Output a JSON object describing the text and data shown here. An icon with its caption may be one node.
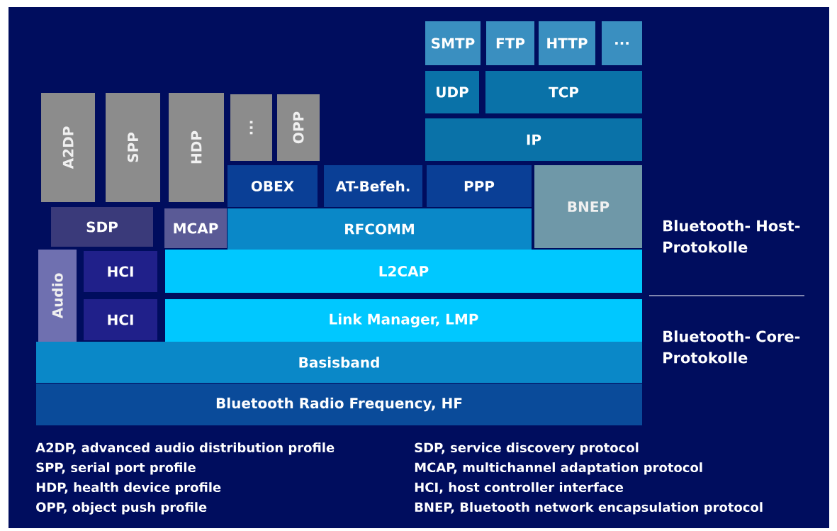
{
  "diagram": {
    "nodes": [
      {
        "text": [
          "SMTP"
        ]
      },
      {
        "text": [
          "FTP"
        ]
      },
      {
        "text": [
          "HTTP"
        ]
      },
      {
        "text": [
          "..."
        ]
      },
      {
        "text": [
          "UDP"
        ]
      },
      {
        "text": [
          "TCP"
        ]
      },
      {
        "text": [
          "IP"
        ]
      },
      {
        "text": [
          "A2DP"
        ]
      },
      {
        "text": [
          "SPP"
        ]
      },
      {
        "text": [
          "HDP"
        ]
      },
      {
        "text": [
          "..."
        ]
      },
      {
        "text": [
          "OPP"
        ]
      },
      {
        "text": [
          "OBEX"
        ]
      },
      {
        "text": [
          "AT-Befeh."
        ]
      },
      {
        "text": [
          "PPP"
        ]
      },
      {
        "text": [
          "BNEP"
        ]
      },
      {
        "text": [
          "SDP"
        ]
      },
      {
        "text": [
          "MCAP"
        ]
      },
      {
        "text": [
          "RFCOMM"
        ]
      },
      {
        "text": [
          "Audio"
        ]
      },
      {
        "text": [
          "HCI"
        ]
      },
      {
        "text": [
          "L2CAP"
        ]
      },
      {
        "text": [
          "HCI"
        ]
      },
      {
        "text": [
          "Link Manager, LMP"
        ]
      },
      {
        "text": [
          "Basisband"
        ]
      },
      {
        "text": [
          "Bluetooth Radio Frequency, HF"
        ]
      }
    ],
    "labels": [
      "Bluetooth- Host-Protokolle",
      "Bluetooth- Core-Protokolle",
      "A2DP, advanced audio distribution profile",
      "SDP, service discovery protocol",
      "SPP, serial port profile",
      "MCAP, multichannel adaptation protocol",
      "HDP, health device profile",
      "HCI, host controller interface",
      "OPP, object push profile",
      "BNEP, Bluetooth network encapsulation protocol"
    ]
  }
}
